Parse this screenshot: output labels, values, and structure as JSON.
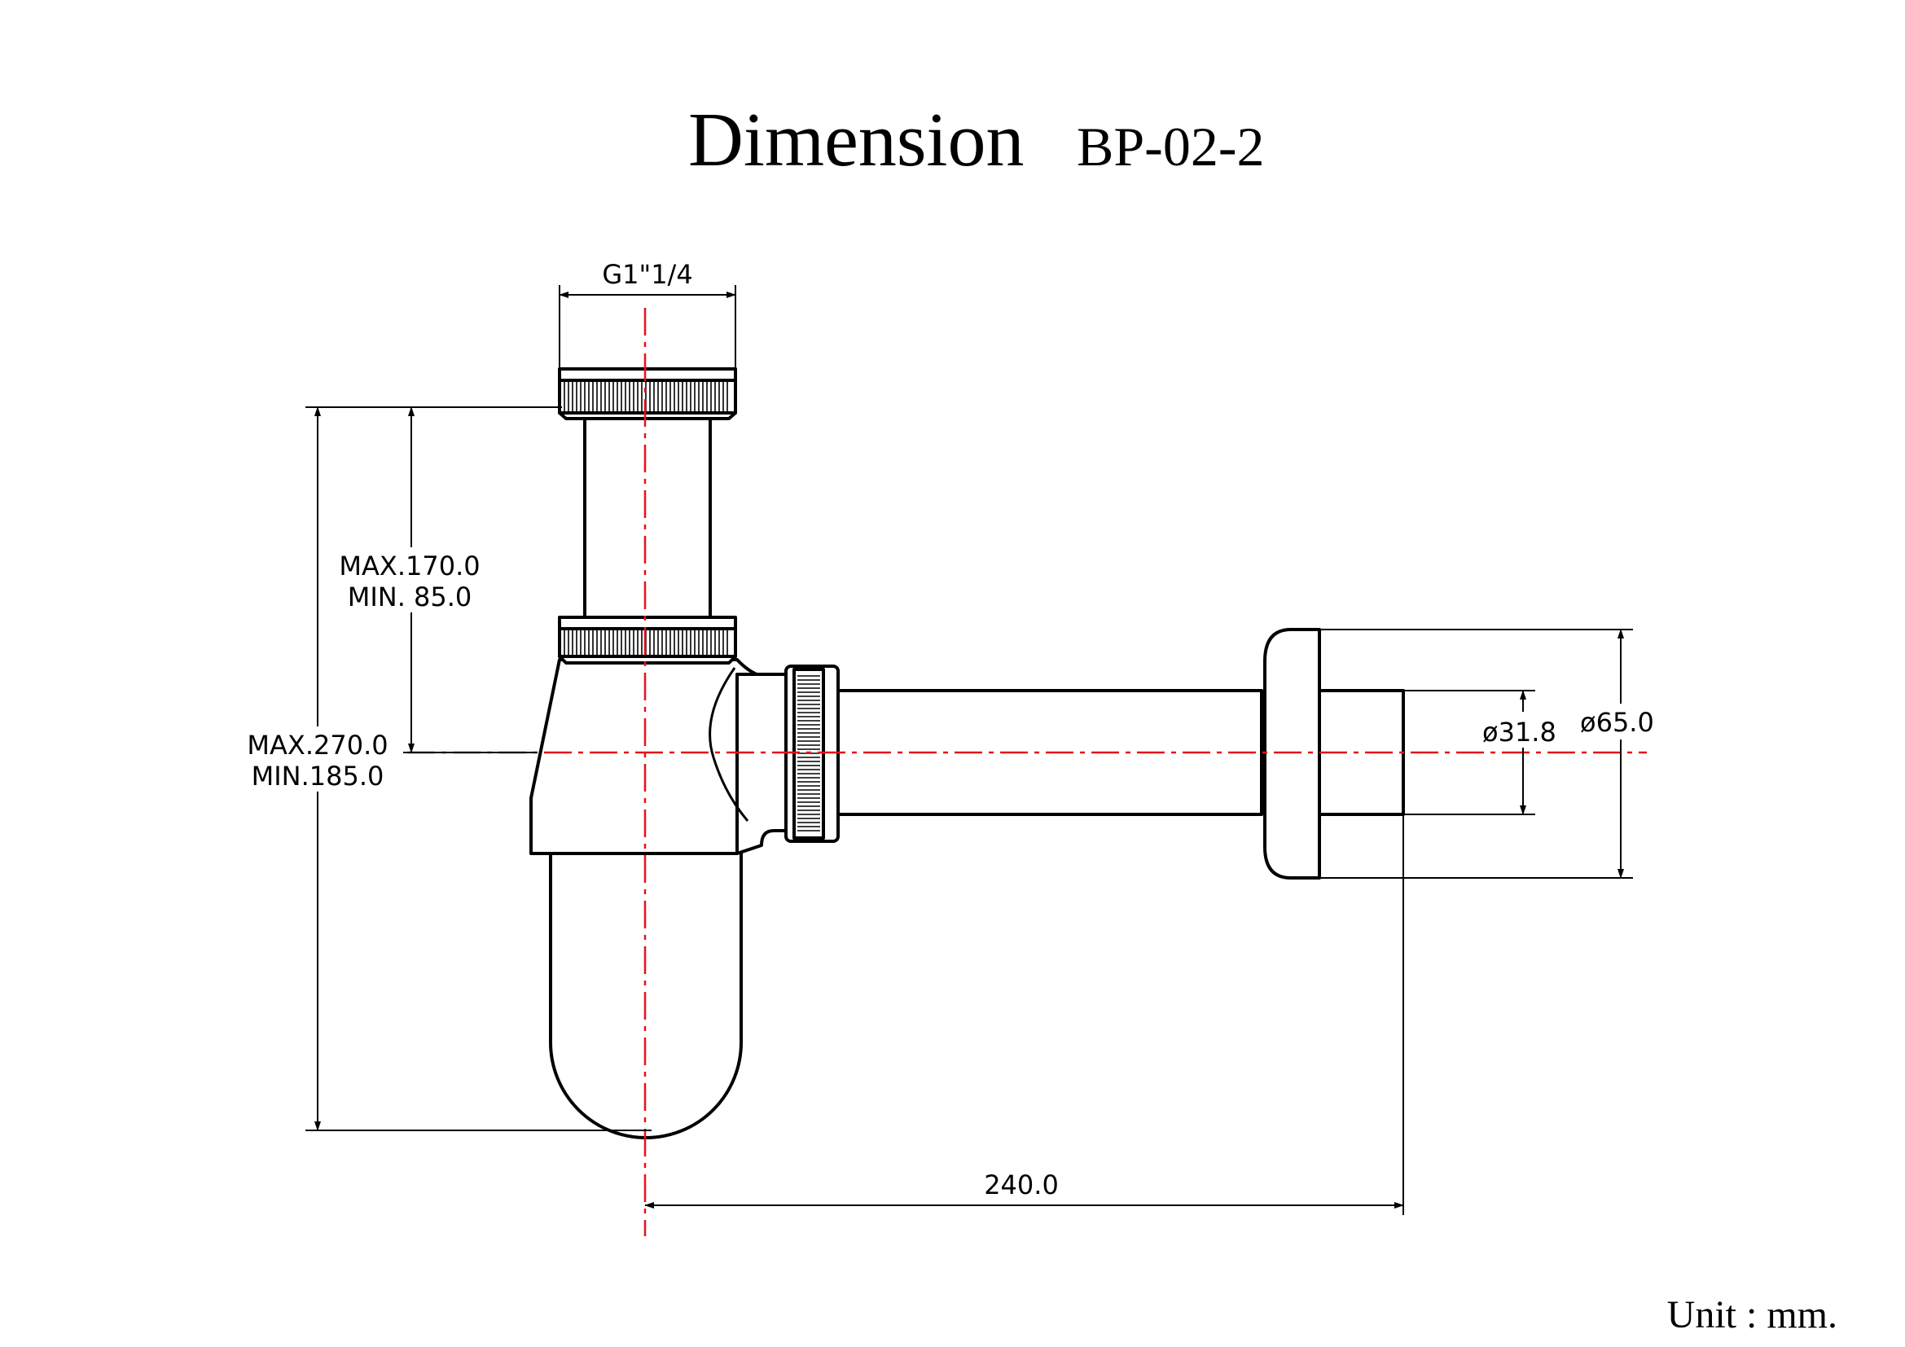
{
  "title": {
    "main": "Dimension",
    "code": "BP-02-2"
  },
  "unit": "Unit : mm.",
  "dimensions": {
    "thread": "G1\"1/4",
    "tube_max": "MAX.170.0",
    "tube_min": "MIN.  85.0",
    "total_max": "MAX.270.0",
    "total_min": "MIN.185.0",
    "pipe_diameter": "ø31.8",
    "flange_diameter": "ø65.0",
    "horizontal_length": "240.0"
  },
  "colors": {
    "line": "#000000",
    "centerline": "#e8101a",
    "background": "#ffffff"
  }
}
